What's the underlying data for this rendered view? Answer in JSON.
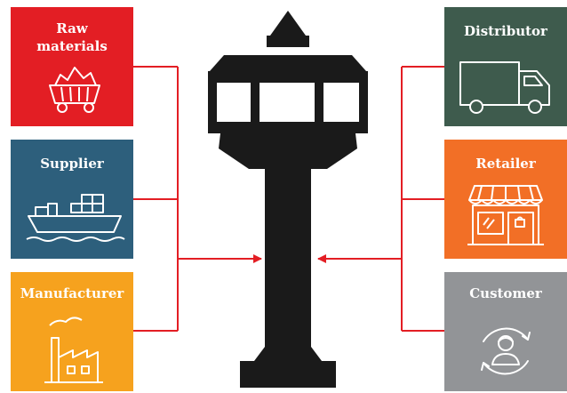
{
  "colors": {
    "raw_materials": "#e31e24",
    "supplier": "#2d5f7c",
    "manufacturer": "#f6a21e",
    "distributor": "#3e5b4d",
    "retailer": "#f26f26",
    "customer": "#929497",
    "connector": "#e31e24",
    "tower": "#1a1a1a"
  },
  "left": {
    "raw_materials": {
      "label": "Raw\nmaterials",
      "icon": "mine-cart-icon"
    },
    "supplier": {
      "label": "Supplier",
      "icon": "cargo-ship-icon"
    },
    "manufacturer": {
      "label": "Manufacturer",
      "icon": "factory-icon"
    }
  },
  "right": {
    "distributor": {
      "label": "Distributor",
      "icon": "delivery-truck-icon"
    },
    "retailer": {
      "label": "Retailer",
      "icon": "storefront-icon"
    },
    "customer": {
      "label": "Customer",
      "icon": "customer-cycle-icon"
    }
  },
  "center": {
    "icon": "control-tower-icon"
  }
}
